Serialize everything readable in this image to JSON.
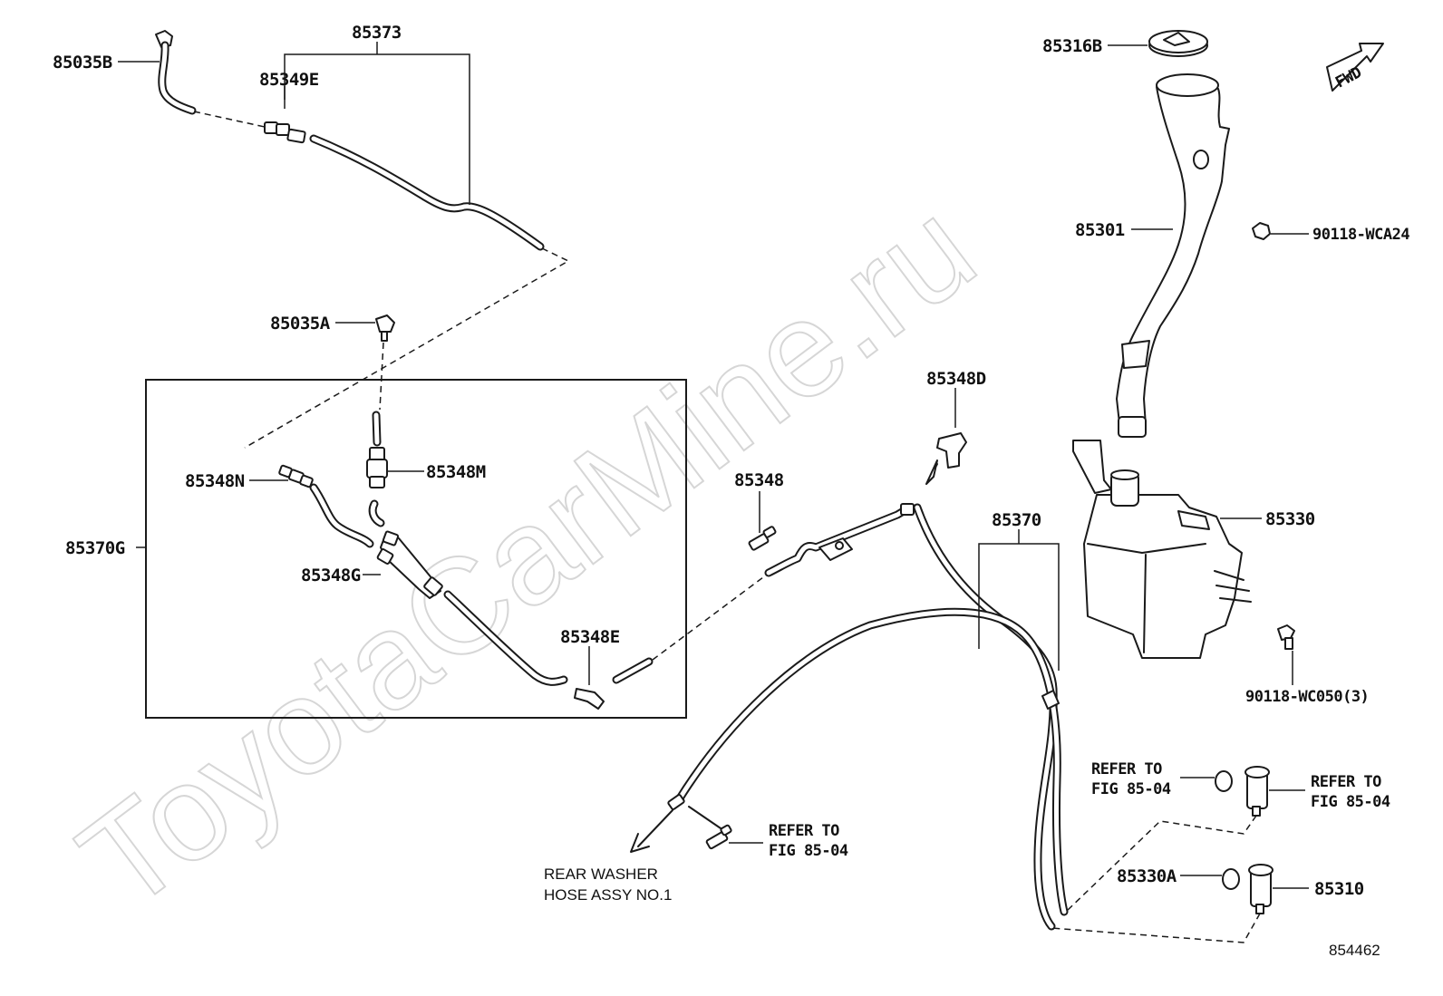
{
  "watermark": "ToyotaCarMine.ru",
  "diagram_id": "854462",
  "labels": {
    "p85035B": "85035B",
    "p85373": "85373",
    "p85349E": "85349E",
    "p85035A": "85035A",
    "p85348N": "85348N",
    "p85348M": "85348M",
    "p85370G": "85370G",
    "p85348G": "85348G",
    "p85348E": "85348E",
    "p85348": "85348",
    "p85348D": "85348D",
    "p85370": "85370",
    "p85316B": "85316B",
    "p85301": "85301",
    "p90118WCA24": "90118-WCA24",
    "p85330": "85330",
    "p90118WC050": "90118-WC050(3)",
    "p85330A": "85330A",
    "p85310": "85310"
  },
  "notes": {
    "refer_line1": "REFER TO",
    "refer_line2": "FIG 85-04",
    "rear_washer_line1": "REAR WASHER",
    "rear_washer_line2": "HOSE ASSY NO.1",
    "fwd": "FWD"
  }
}
